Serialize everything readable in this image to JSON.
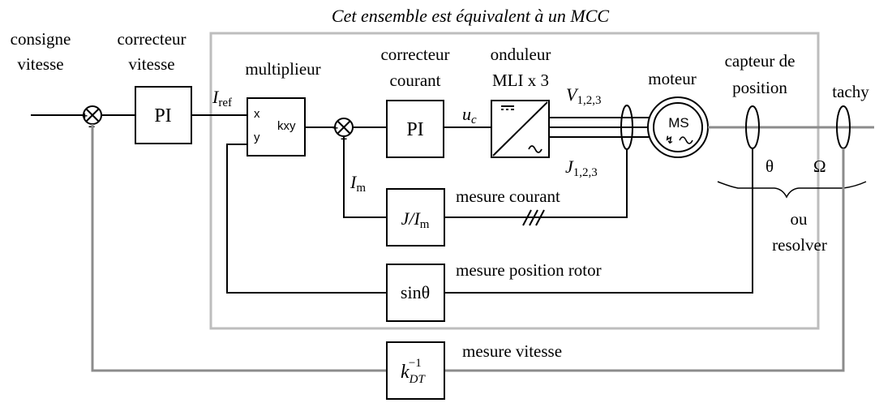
{
  "diagram": {
    "title": "Cet ensemble est équivalent à un MCC",
    "labels": {
      "consigne": [
        "consigne",
        "vitesse"
      ],
      "correcteur_vitesse": [
        "correcteur",
        "vitesse"
      ],
      "multiplieur": "multiplieur",
      "correcteur_courant": [
        "correcteur",
        "courant"
      ],
      "onduleur": [
        "onduleur",
        "MLI x 3"
      ],
      "moteur": "moteur",
      "capteur": [
        "capteur de",
        "position"
      ],
      "tachy": "tachy",
      "ou": "ou",
      "resolver": "resolver",
      "mesure_courant": "mesure courant",
      "mesure_position": "mesure position rotor",
      "mesure_vitesse": "mesure vitesse"
    },
    "blocks": {
      "pi_speed": "PI",
      "pi_current": "PI",
      "mult_x": "x",
      "mult_y": "y",
      "mult_out": "kxy",
      "current_gain": "J/Im",
      "sin": "sinθ",
      "speed_gain": "kDT−1",
      "motor": "MS"
    },
    "signals": {
      "iref": "Iref",
      "uc": "uc",
      "v123": "V1,2,3",
      "j123": "J1,2,3",
      "im": "Im",
      "theta": "θ",
      "omega": "Ω"
    }
  }
}
